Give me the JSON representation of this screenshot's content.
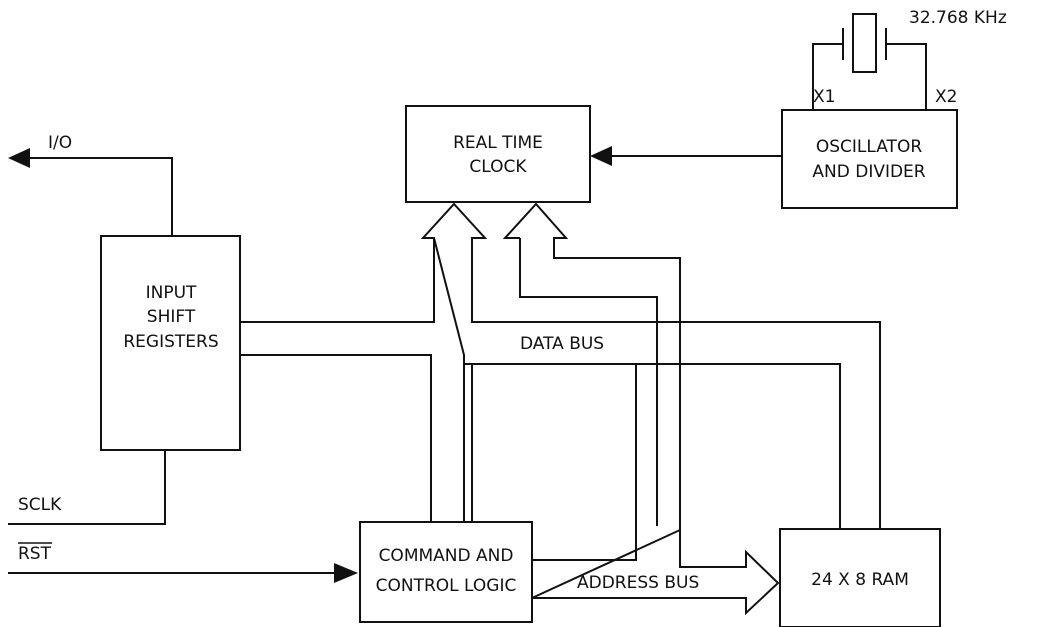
{
  "blocks": {
    "rtc": [
      "REAL TIME",
      "CLOCK"
    ],
    "osc": [
      "OSCILLATOR",
      "AND DIVIDER"
    ],
    "isr": [
      "INPUT",
      "SHIFT",
      "REGISTERS"
    ],
    "ccl": [
      "COMMAND AND",
      "CONTROL LOGIC"
    ],
    "ram": "24 X 8 RAM"
  },
  "signals": {
    "io": "I/O",
    "sclk": "SCLK",
    "rst": "RST",
    "x1": "X1",
    "x2": "X2",
    "crystal_freq": "32.768 KHz",
    "data_bus": "DATA BUS",
    "address_bus": "ADDRESS BUS"
  }
}
